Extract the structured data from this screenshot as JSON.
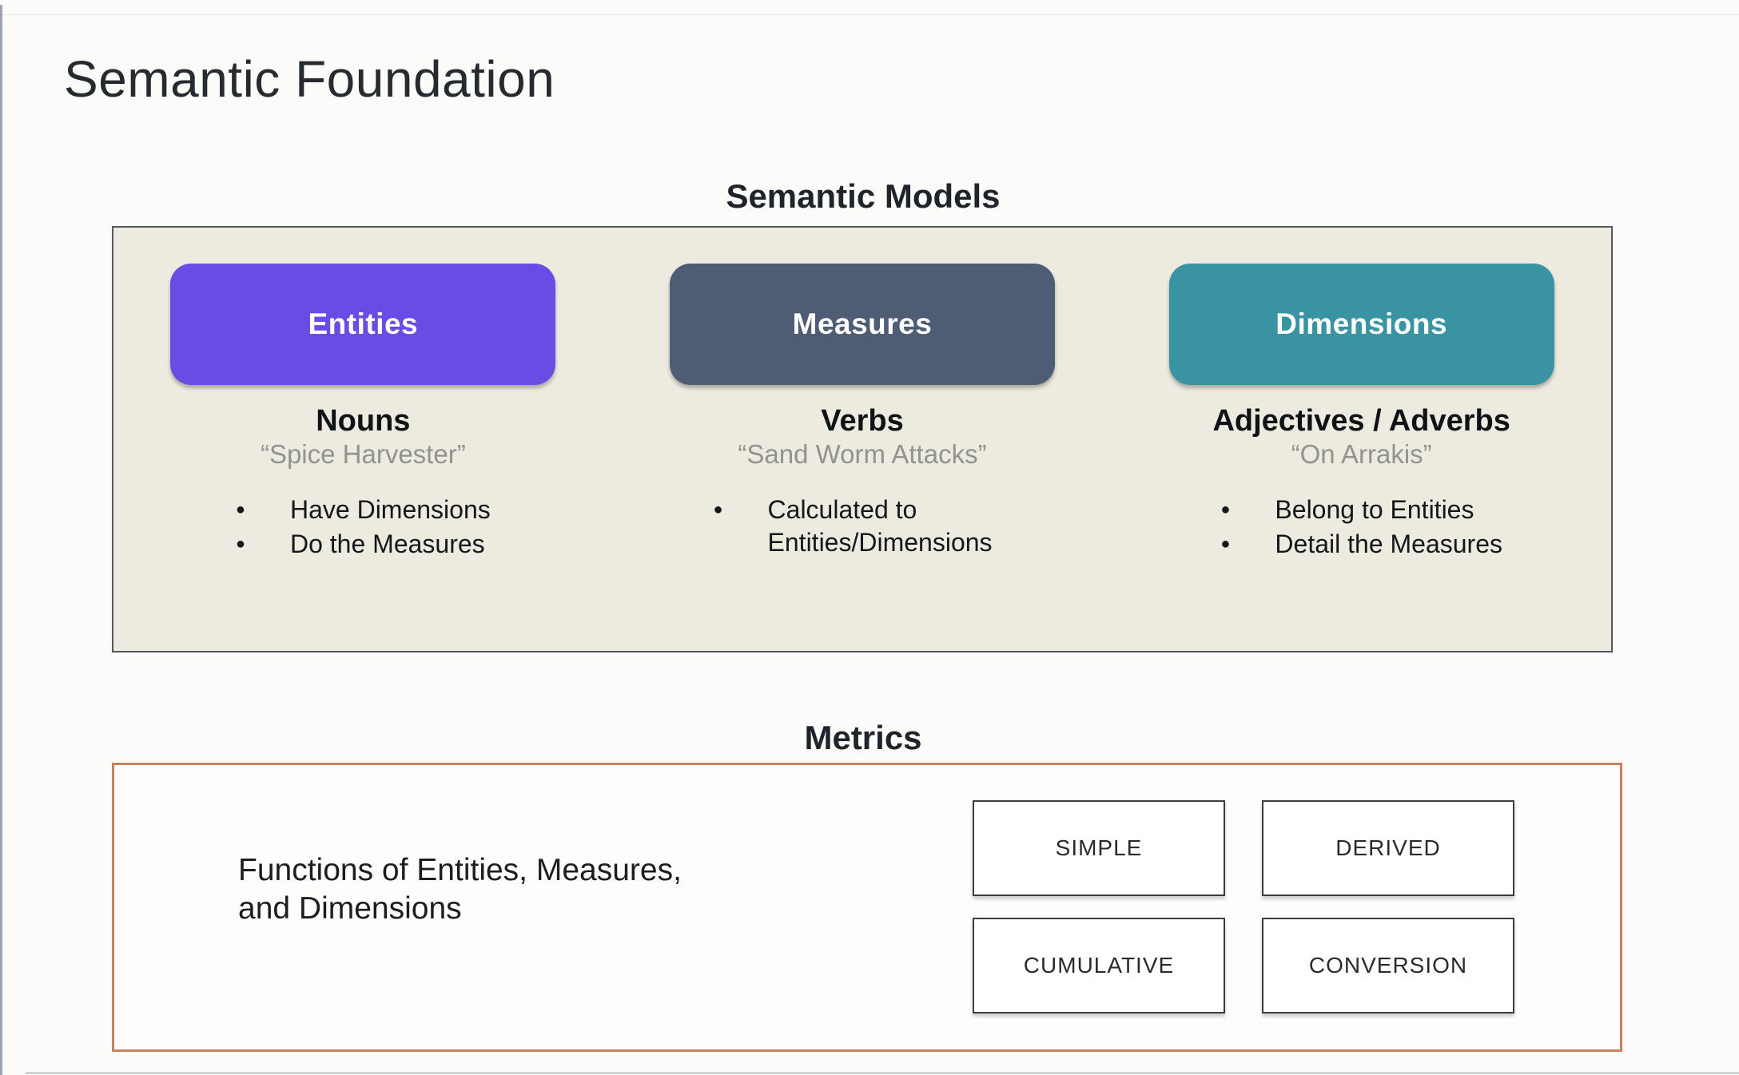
{
  "page": {
    "title": "Semantic Foundation"
  },
  "semantic_models": {
    "heading": "Semantic Models",
    "columns": [
      {
        "pill": "Entities",
        "pill_color": "#6a4ce4",
        "term": "Nouns",
        "quote": "“Spice Harvester”",
        "bullets": [
          "Have Dimensions",
          "Do the Measures"
        ]
      },
      {
        "pill": "Measures",
        "pill_color": "#4e5d73",
        "term": "Verbs",
        "quote": "“Sand Worm Attacks”",
        "bullets": [
          "Calculated to Entities/Dimensions"
        ]
      },
      {
        "pill": "Dimensions",
        "pill_color": "#3a93a3",
        "term": "Adjectives / Adverbs",
        "quote": "“On Arrakis”",
        "bullets": [
          "Belong to Entities",
          "Detail the Measures"
        ]
      }
    ]
  },
  "metrics": {
    "heading": "Metrics",
    "description_line1": "Functions of Entities, Measures,",
    "description_line2": "and Dimensions",
    "types": [
      "SIMPLE",
      "DERIVED",
      "CUMULATIVE",
      "CONVERSION"
    ]
  },
  "colors": {
    "entities": "#6a4ce4",
    "measures": "#4e5d73",
    "dimensions": "#3a93a3",
    "models_panel_bg": "#edeae0",
    "metrics_border": "#c8805f"
  }
}
